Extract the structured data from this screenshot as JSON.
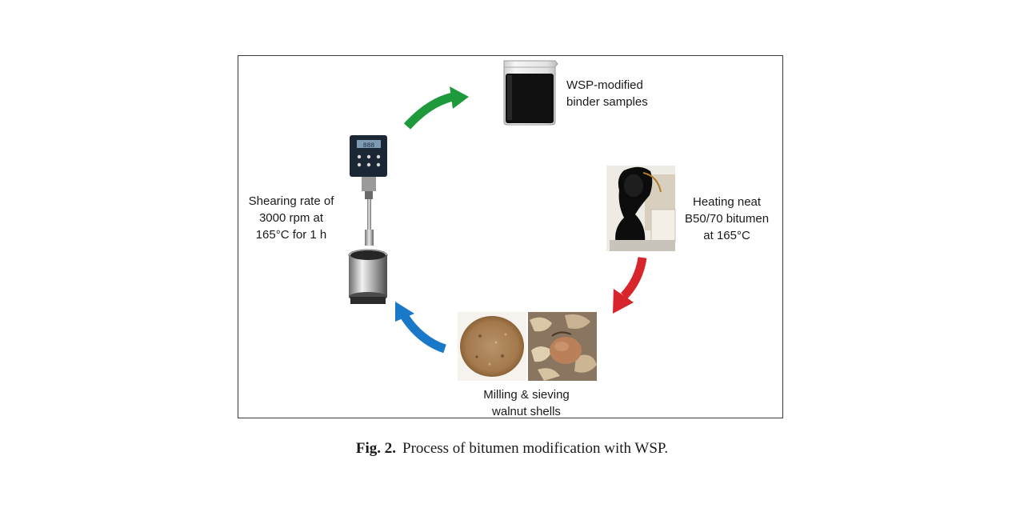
{
  "figure": {
    "steps": {
      "binder": "WSP-modified\nbinder samples",
      "heating": "Heating neat\nB50/70 bitumen\nat 165°C",
      "milling": "Milling & sieving\nwalnut shells",
      "shearing": "Shearing rate of\n3000 rpm at\n165°C for 1 h"
    },
    "mixer_display": "888",
    "arrow_colors": {
      "green": "#1e9a3c",
      "red": "#d8252b",
      "blue": "#1a78c8"
    }
  },
  "caption": {
    "label": "Fig. 2.",
    "text": "Process of bitumen modification with WSP."
  }
}
